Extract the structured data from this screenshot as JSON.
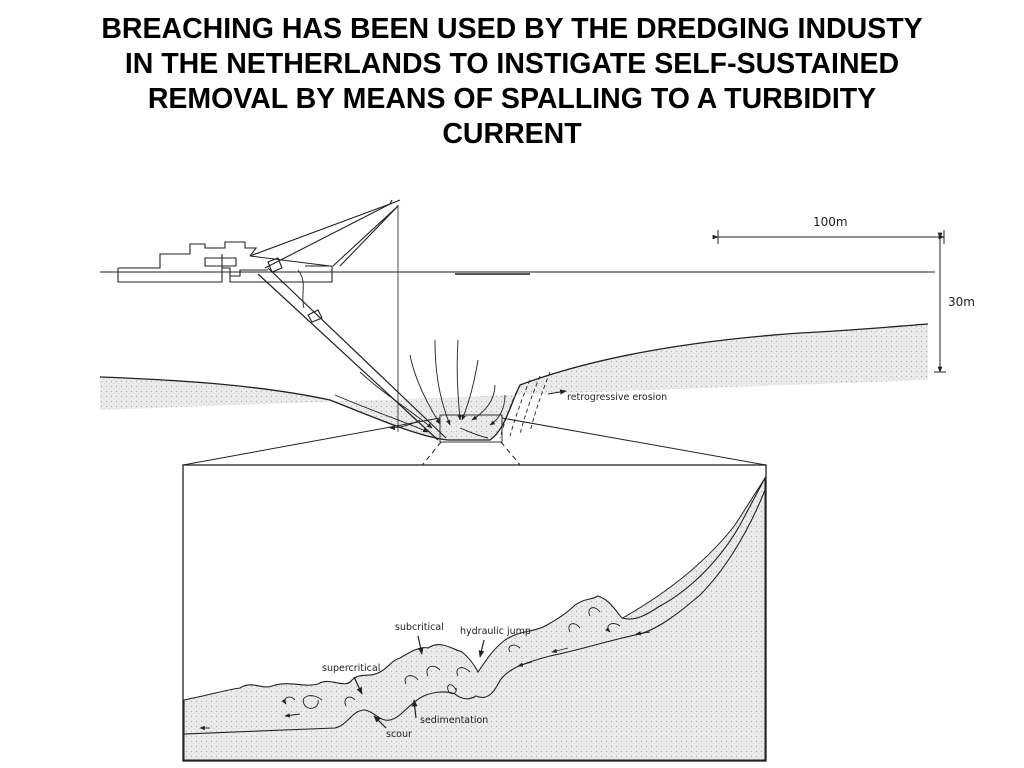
{
  "slide": {
    "title": "BREACHING HAS BEEN USED BY THE DREDGING INDUSTY\nIN THE NETHERLANDS TO INSTIGATE SELF-SUSTAINED\nREMOVAL BY MEANS OF SPALLING TO A TURBIDITY\nCURRENT"
  },
  "diagram": {
    "scale_horizontal": "100m",
    "scale_vertical": "30m",
    "label_retrogressive": "retrogressive erosion",
    "label_subcritical": "subcritical",
    "label_hydraulic_jump": "hydraulic jump",
    "label_supercritical": "supercritical",
    "label_sedimentation": "sedimentation",
    "label_scour": "scour"
  },
  "colors": {
    "ink": "#222222",
    "sediment_fill": "#e4e4e4",
    "background": "#ffffff"
  }
}
